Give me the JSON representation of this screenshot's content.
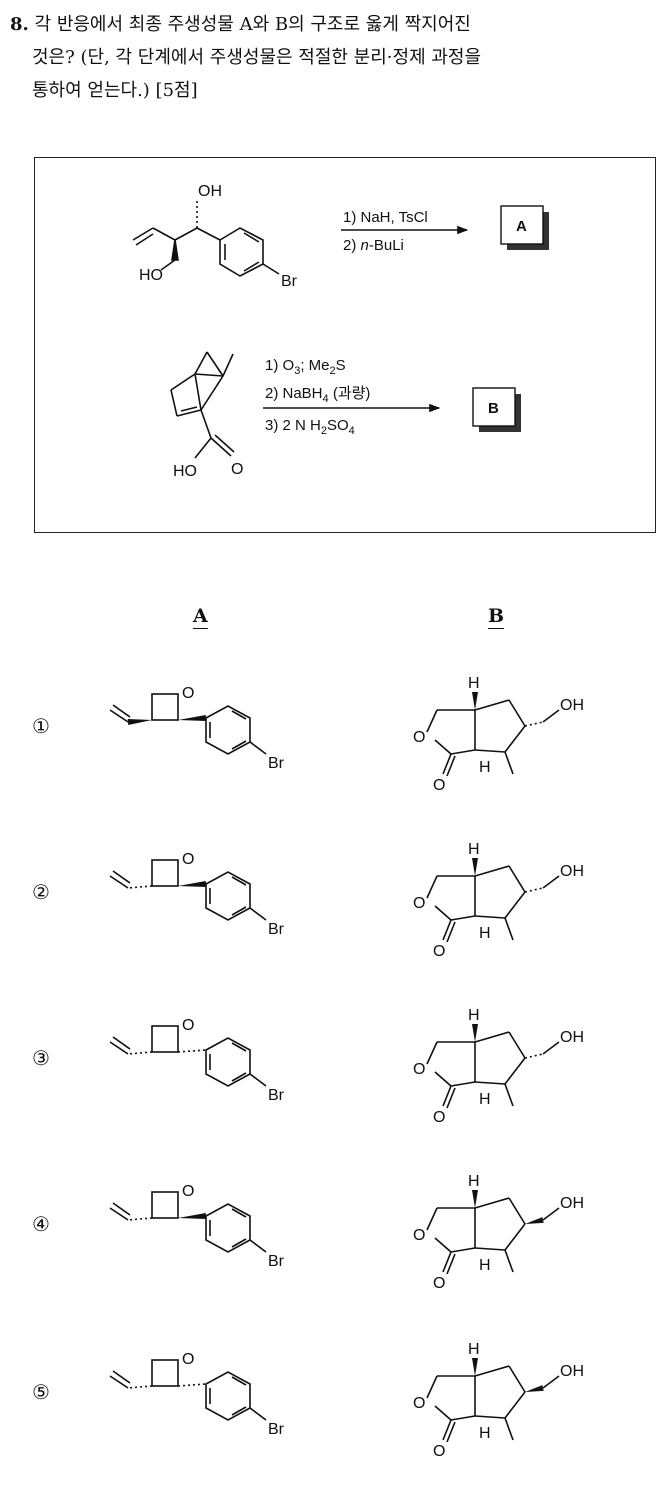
{
  "question": {
    "number": "8.",
    "line1": "각 반응에서 최종 주생성물 A와 B의 구조로 옳게 짝지어진",
    "line2": "것은? (단, 각 단계에서 주생성물은 적절한 분리·정제 과정을",
    "line3": "통하여 얻는다.) [5점]"
  },
  "scheme": {
    "reaction1": {
      "step1": "1) NaH, TsCl",
      "step2_prefix": "2) ",
      "step2_italic": "n",
      "step2_suffix": "-BuLi",
      "product": "A"
    },
    "reaction2": {
      "step1_a": "1) O",
      "step1_sub": "3",
      "step1_b": "; Me",
      "step1_sub2": "2",
      "step1_c": "S",
      "step2_a": "2) NaBH",
      "step2_sub": "4",
      "step2_b": " (과량)",
      "step3_a": "3) 2 N H",
      "step3_sub": "2",
      "step3_b": "SO",
      "step3_sub2": "4",
      "product": "B"
    },
    "labels": {
      "oh": "OH",
      "ho": "HO",
      "br": "Br",
      "o": "O"
    }
  },
  "headers": {
    "a": "A",
    "b": "B"
  },
  "choices": [
    {
      "label": "①"
    },
    {
      "label": "②"
    },
    {
      "label": "③"
    },
    {
      "label": "④"
    },
    {
      "label": "⑤"
    }
  ],
  "atoms": {
    "o": "O",
    "br": "Br",
    "h": "H",
    "oh": "OH"
  }
}
